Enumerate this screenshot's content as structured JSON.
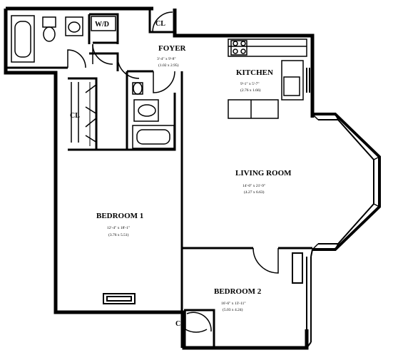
{
  "rooms": {
    "foyer": {
      "name": "FOYER",
      "dim_ft": "3'-4\" x 9'-8\"",
      "dim_m": "(1.02 x 2.95)"
    },
    "kitchen": {
      "name": "KITCHEN",
      "dim_ft": "9'-1\" x 5'-7\"",
      "dim_m": "(2.76 x 1.66)"
    },
    "living_room": {
      "name": "LIVING ROOM",
      "dim_ft": "14'-0\" x 21'-9\"",
      "dim_m": "(4.27 x 6.63)"
    },
    "bedroom_1": {
      "name": "BEDROOM 1",
      "dim_ft": "12'-4\" x 18'-1\"",
      "dim_m": "(3.76 x 5.51)"
    },
    "bedroom_2": {
      "name": "BEDROOM 2",
      "dim_ft": "16'-6\" x 13'-11\"",
      "dim_m": "(5.03 x 4.24)"
    }
  },
  "closets": {
    "top": "CL",
    "left": "CL",
    "bottom": "CL"
  },
  "washer_dryer": "W/D"
}
